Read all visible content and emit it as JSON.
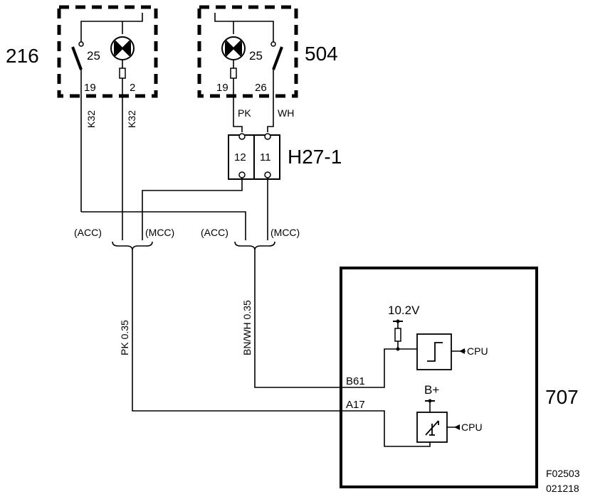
{
  "components": {
    "c216": {
      "id": "216",
      "pin_a": "19",
      "pin_b": "2",
      "lamp": "25"
    },
    "c504": {
      "id": "504",
      "pin_a": "19",
      "pin_b": "26",
      "lamp": "25",
      "wire_a": "PK",
      "wire_b": "WH"
    },
    "h27": {
      "id": "H27-1",
      "pin_a": "12",
      "pin_b": "11"
    },
    "c707": {
      "id": "707",
      "pin_b61": "B61",
      "pin_a17": "A17",
      "supply": "10.2V",
      "bplus": "B+",
      "cpu1": "CPU",
      "cpu2": "CPU"
    }
  },
  "wires": {
    "k32_left": "K32",
    "k32_right": "K32",
    "acc1": "(ACC)",
    "mcc1": "(MCC)",
    "acc2": "(ACC)",
    "mcc2": "(MCC)",
    "pk": "PK  0.35",
    "bnwh": "BN/WH  0.35"
  },
  "footer": {
    "fig": "F02503",
    "date": "021218"
  },
  "colors": {
    "line": "#000000",
    "lamp_fill": "#000000",
    "background": "#ffffff"
  }
}
